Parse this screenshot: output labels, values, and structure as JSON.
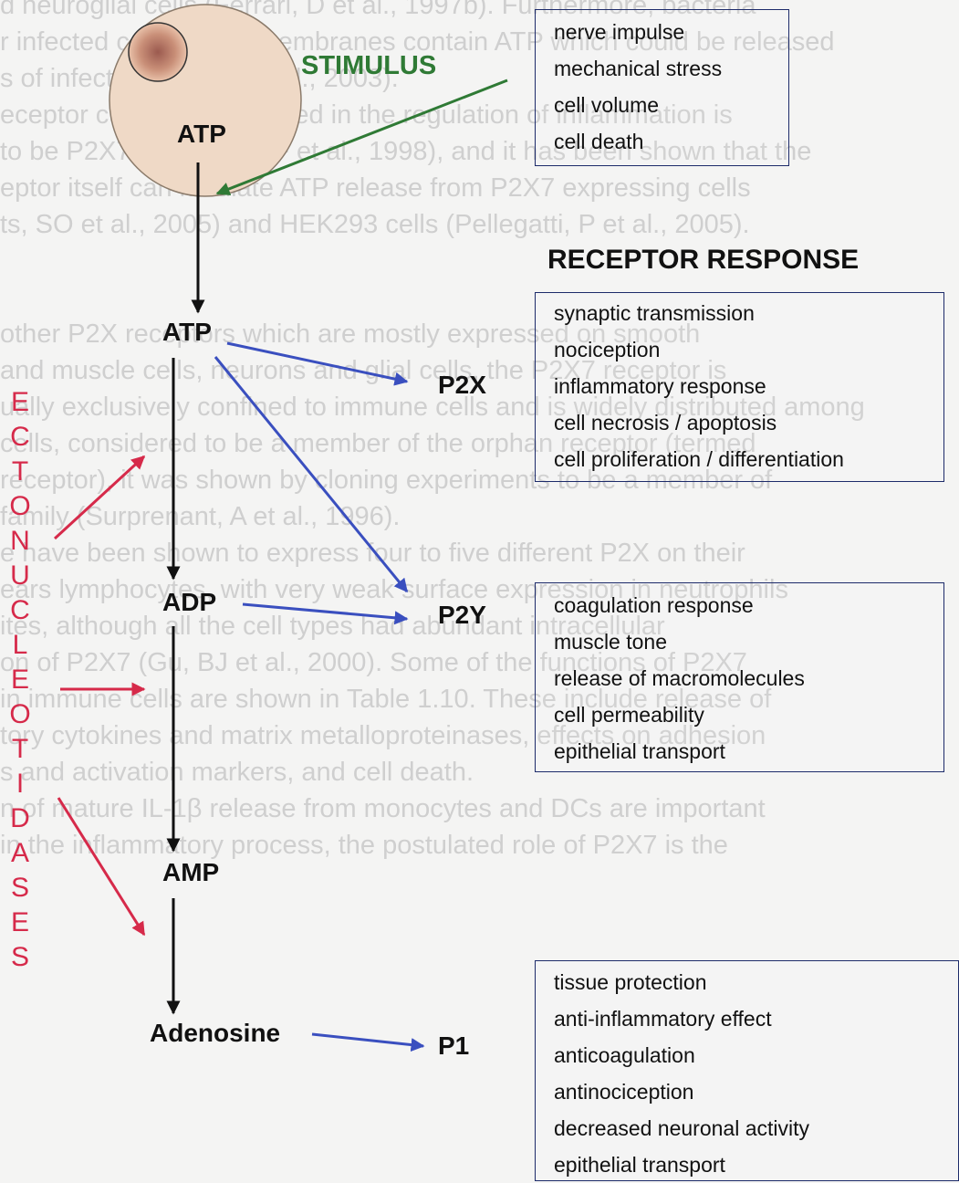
{
  "background_text": [
    "d neuroglial cells (Ferrari, D et al., 1997b). Furthermore, bacteria",
    "r infected cell plasma membranes contain ATP which could be released",
    "s of infection (Nair, S et al., 2003).",
    "eceptor currently implicated in the regulation of inflammation is",
    "to be P2X7 (Di Virgilio, F et al., 1998), and it has been shown that the",
    "eptor itself can mediate ATP release from P2X7 expressing cells",
    "ts, SO et al., 2005) and HEK293 cells (Pellegatti, P et al., 2005).",
    "",
    "",
    "other P2X receptors which are mostly expressed on smooth",
    "and muscle cells, neurons and glial cells, the P2X7 receptor is",
    "ually exclusively confined to immune cells and is widely distributed among",
    "cells, considered to be a member of the orphan receptor (termed",
    "receptor), it was shown by cloning experiments to be a member of",
    "family (Surprenant, A et al., 1996).",
    "e have been shown to express four to five different P2X on their",
    "ears lymphocytes, with very weak surface expression in neutrophils",
    "ites, although all the cell types had abundant intracellular",
    "on of P2X7 (Gu, BJ et al., 2000). Some of the functions of P2X7",
    "in immune cells are shown in Table 1.10. These include release of",
    "tory cytokines and matrix metalloproteinases, effects on adhesion",
    "s and activation markers, and cell death.",
    "n of mature IL-1β release from monocytes and DCs are important",
    "in the inflammatory process, the postulated role of P2X7 is the"
  ],
  "diagram": {
    "cell_label": "ATP",
    "stimulus_label": "STIMULUS",
    "stimulus_items": [
      "nerve impulse",
      "mechanical stress",
      "cell volume",
      "cell death"
    ],
    "receptor_response_title": "RECEPTOR RESPONSE",
    "ectonucleotidases_label": "ECTONUCLEOTIDASES",
    "nucleotides": [
      "ATP",
      "ADP",
      "AMP",
      "Adenosine"
    ],
    "receptors": [
      "P2X",
      "P2Y",
      "P1"
    ],
    "p2x_responses": [
      "synaptic transmission",
      "nociception",
      "inflammatory response",
      "cell necrosis / apoptosis",
      "cell proliferation / differentiation"
    ],
    "p2y_responses": [
      "coagulation response",
      "muscle tone",
      "release of macromolecules",
      "cell permeability",
      "epithelial transport"
    ],
    "p1_responses": [
      "tissue protection",
      "anti-inflammatory effect",
      "anticoagulation",
      "antinociception",
      "decreased neuronal activity",
      "epithelial transport"
    ]
  },
  "colors": {
    "stimulus_green": "#2f7a35",
    "receptor_arrow_blue": "#3a4fbf",
    "ecto_arrow_red": "#d62a4a",
    "cell_fill": "#efd9c6",
    "box_border": "#1d2b6a"
  }
}
